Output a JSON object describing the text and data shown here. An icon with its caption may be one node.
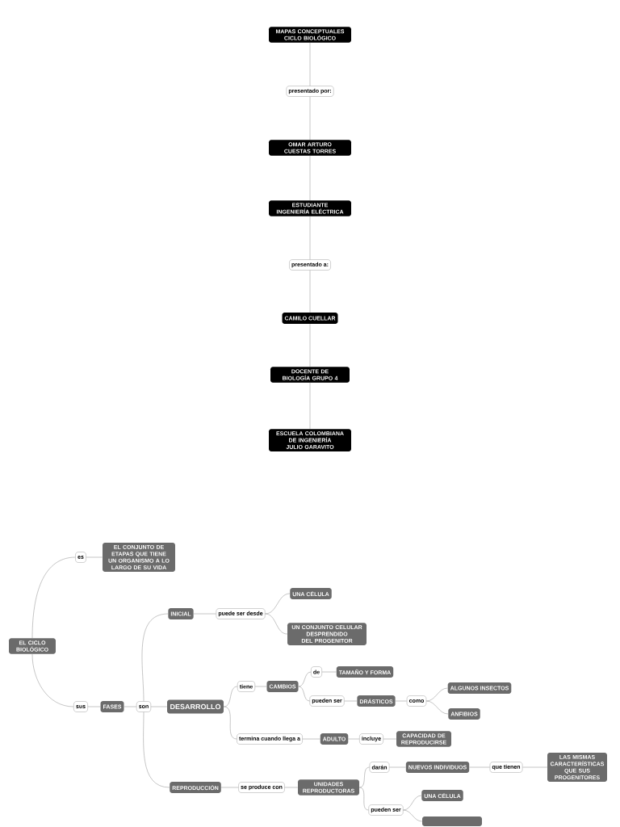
{
  "diagram": {
    "nodes": [
      {
        "text": [
          "MAPAS CONCEPTUALES CICLO BIOLÓGICO"
        ]
      },
      {
        "text": [
          "presentado por:"
        ]
      },
      {
        "text": [
          "OMAR ARTURO CUESTAS TORRES"
        ]
      },
      {
        "text": [
          "ESTUDIANTE INGENIERÍA ELÉCTRICA"
        ]
      },
      {
        "text": [
          "presentado a:"
        ]
      },
      {
        "text": [
          "CAMILO CUELLAR"
        ]
      },
      {
        "text": [
          "DOCENTE DE BIOLOGÍA GRUPO 4"
        ]
      },
      {
        "text": [
          "ESCUELA COLOMBIANA DE INGENIERÍA JULIO GARAVITO"
        ]
      },
      {
        "text": [
          "EL CICLO BIOLÓGICO"
        ]
      },
      {
        "text": [
          "es"
        ]
      },
      {
        "text": [
          "EL CONJUNTO DE ETAPAS QUE TIENE UN ORGANISMO A LO LARGO DE SU VIDA"
        ]
      },
      {
        "text": [
          "sus"
        ]
      },
      {
        "text": [
          "FASES"
        ]
      },
      {
        "text": [
          "son"
        ]
      },
      {
        "text": [
          "INICIAL"
        ]
      },
      {
        "text": [
          "puede ser desde"
        ]
      },
      {
        "text": [
          "UNA CÉLULA"
        ]
      },
      {
        "text": [
          "UN CONJUNTO CELULAR DESPRENDIDO DEL PROGENITOR"
        ]
      },
      {
        "text": [
          "DESARROLLO"
        ]
      },
      {
        "text": [
          "tiene"
        ]
      },
      {
        "text": [
          "CAMBIOS"
        ]
      },
      {
        "text": [
          "de"
        ]
      },
      {
        "text": [
          "TAMAÑO Y FORMA"
        ]
      },
      {
        "text": [
          "pueden ser"
        ]
      },
      {
        "text": [
          "DRÁSTICOS"
        ]
      },
      {
        "text": [
          "como"
        ]
      },
      {
        "text": [
          "ALGUNOS INSECTOS"
        ]
      },
      {
        "text": [
          "ANFIBIOS"
        ]
      },
      {
        "text": [
          "termina cuando llega a"
        ]
      },
      {
        "text": [
          "ADULTO"
        ]
      },
      {
        "text": [
          "incluye"
        ]
      },
      {
        "text": [
          "CAPACIDAD DE REPRODUCIRSE"
        ]
      },
      {
        "text": [
          "REPRODUCCIÓN"
        ]
      },
      {
        "text": [
          "se produce con"
        ]
      },
      {
        "text": [
          "UNIDADES REPRODUCTORAS"
        ]
      },
      {
        "text": [
          "darán"
        ]
      },
      {
        "text": [
          "NUEVOS INDIVIDUOS"
        ]
      },
      {
        "text": [
          "que tienen"
        ]
      },
      {
        "text": [
          "LAS MISMAS CARACTERÍSTICAS QUE SUS PROGENITORES"
        ]
      },
      {
        "text": [
          "UNA CÉLULA"
        ]
      },
      {
        "text": [
          "pueden ser"
        ]
      },
      {
        "text": [],
        "shape": "box"
      }
    ],
    "edges": [
      {
        "from": 0,
        "to": 1,
        "arrow": "none"
      },
      {
        "from": 1,
        "to": 2,
        "arrow": "none"
      },
      {
        "from": 2,
        "to": 3,
        "arrow": "none"
      },
      {
        "from": 3,
        "to": 4,
        "arrow": "none"
      },
      {
        "from": 4,
        "to": 5,
        "arrow": "none"
      },
      {
        "from": 5,
        "to": 6,
        "arrow": "none"
      },
      {
        "from": 6,
        "to": 7,
        "arrow": "none"
      },
      {
        "from": 8,
        "to": 9,
        "arrow": "none"
      },
      {
        "from": 9,
        "to": 10,
        "arrow": "none"
      },
      {
        "from": 8,
        "to": 11,
        "arrow": "none"
      },
      {
        "from": 11,
        "to": 12,
        "arrow": "none"
      },
      {
        "from": 12,
        "to": 13,
        "arrow": "none"
      },
      {
        "from": 13,
        "to": 14,
        "arrow": "none"
      },
      {
        "from": 13,
        "to": 18,
        "arrow": "none"
      },
      {
        "from": 13,
        "to": 32,
        "arrow": "none"
      },
      {
        "from": 14,
        "to": 15,
        "arrow": "none"
      },
      {
        "from": 15,
        "to": 16,
        "arrow": "none"
      },
      {
        "from": 15,
        "to": 17,
        "arrow": "none"
      },
      {
        "from": 18,
        "to": 19,
        "arrow": "none"
      },
      {
        "from": 18,
        "to": 28,
        "arrow": "none"
      },
      {
        "from": 19,
        "to": 20,
        "arrow": "none"
      },
      {
        "from": 20,
        "to": 21,
        "arrow": "none"
      },
      {
        "from": 21,
        "to": 22,
        "arrow": "none"
      },
      {
        "from": 20,
        "to": 23,
        "arrow": "none"
      },
      {
        "from": 23,
        "to": 24,
        "arrow": "none"
      },
      {
        "from": 24,
        "to": 25,
        "arrow": "none"
      },
      {
        "from": 25,
        "to": 26,
        "arrow": "none"
      },
      {
        "from": 25,
        "to": 27,
        "arrow": "none"
      },
      {
        "from": 28,
        "to": 29,
        "arrow": "none"
      },
      {
        "from": 29,
        "to": 30,
        "arrow": "none"
      },
      {
        "from": 30,
        "to": 31,
        "arrow": "none"
      },
      {
        "from": 32,
        "to": 33,
        "arrow": "none"
      },
      {
        "from": 33,
        "to": 34,
        "arrow": "none"
      },
      {
        "from": 34,
        "to": 35,
        "arrow": "none"
      },
      {
        "from": 35,
        "to": 36,
        "arrow": "none"
      },
      {
        "from": 36,
        "to": 37,
        "arrow": "none"
      },
      {
        "from": 37,
        "to": 38,
        "arrow": "none"
      },
      {
        "from": 34,
        "to": 40,
        "arrow": "none"
      },
      {
        "from": 40,
        "to": 39,
        "arrow": "none"
      },
      {
        "from": 40,
        "to": 41,
        "arrow": "none"
      }
    ]
  }
}
